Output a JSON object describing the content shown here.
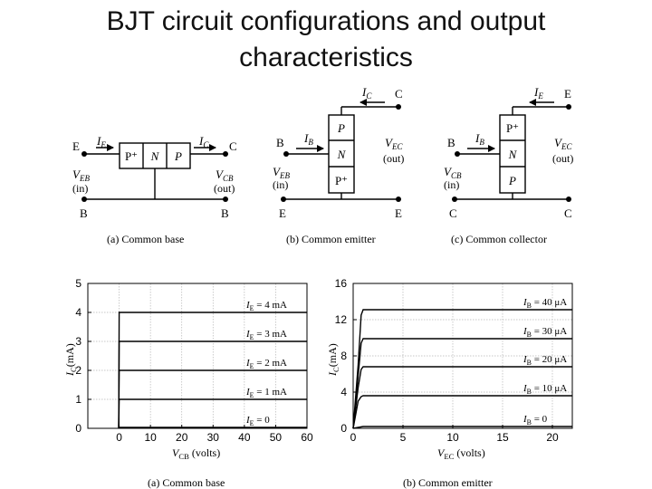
{
  "title_line1": "BJT circuit configurations and output",
  "title_line2": "characteristics",
  "circuits": {
    "a": {
      "caption": "(a) Common base",
      "E": "E",
      "C": "C",
      "B_left": "B",
      "B_right": "B",
      "IE": "I",
      "IE_sub": "E",
      "IC": "I",
      "IC_sub": "C",
      "regions": [
        "P⁺",
        "N",
        "P"
      ],
      "VEB": "V",
      "VEB_sub": "EB",
      "in": "(in)",
      "VCB": "V",
      "VCB_sub": "CB",
      "out": "(out)"
    },
    "b": {
      "caption": "(b) Common emitter",
      "C": "C",
      "B": "B",
      "E_left": "E",
      "E_right": "E",
      "IC": "I",
      "IC_sub": "C",
      "IB": "I",
      "IB_sub": "B",
      "regions": [
        "P",
        "N",
        "P⁺"
      ],
      "VEC": "V",
      "VEC_sub": "EC",
      "out": "(out)",
      "VEB": "V",
      "VEB_sub": "EB",
      "in": "(in)"
    },
    "c": {
      "caption": "(c) Common collector",
      "E": "E",
      "B": "B",
      "C_left": "C",
      "C_right": "C",
      "IE": "I",
      "IE_sub": "E",
      "IB": "I",
      "IB_sub": "B",
      "regions": [
        "P⁺",
        "N",
        "P"
      ],
      "VEC": "V",
      "VEC_sub": "EC",
      "out": "(out)",
      "VCB": "V",
      "VCB_sub": "CB",
      "in": "(in)"
    }
  },
  "chart_data": [
    {
      "type": "line",
      "caption": "(a) Common base",
      "xlabel": "V",
      "xlabel_sub": "CB",
      "xlabel_unit": " (volts)",
      "ylabel": "I",
      "ylabel_sub": "C",
      "ylabel_unit": "(mA)",
      "xlim": [
        -10,
        60
      ],
      "ylim": [
        0,
        5
      ],
      "xticks": [
        0,
        10,
        20,
        30,
        40,
        50,
        60
      ],
      "yticks": [
        0,
        1,
        2,
        3,
        4,
        5
      ],
      "grid": true,
      "series": [
        {
          "label_main": "I",
          "label_sub": "E",
          "label_val": " = 4 mA",
          "points": [
            [
              -0.15,
              0
            ],
            [
              0,
              4
            ],
            [
              60,
              4
            ]
          ]
        },
        {
          "label_main": "I",
          "label_sub": "E",
          "label_val": " = 3 mA",
          "points": [
            [
              -0.15,
              0
            ],
            [
              0,
              3
            ],
            [
              60,
              3
            ]
          ]
        },
        {
          "label_main": "I",
          "label_sub": "E",
          "label_val": " = 2 mA",
          "points": [
            [
              -0.15,
              0
            ],
            [
              0,
              2
            ],
            [
              60,
              2
            ]
          ]
        },
        {
          "label_main": "I",
          "label_sub": "E",
          "label_val": " = 1 mA",
          "points": [
            [
              -0.15,
              0
            ],
            [
              0,
              1
            ],
            [
              60,
              1
            ]
          ]
        },
        {
          "label_main": "I",
          "label_sub": "E",
          "label_val": " = 0",
          "points": [
            [
              0,
              0.03
            ],
            [
              60,
              0.03
            ]
          ]
        }
      ]
    },
    {
      "type": "line",
      "caption": "(b) Common emitter",
      "xlabel": "V",
      "xlabel_sub": "EC",
      "xlabel_unit": " (volts)",
      "ylabel": "I",
      "ylabel_sub": "C",
      "ylabel_unit": "(mA)",
      "xlim": [
        0,
        22
      ],
      "ylim": [
        0,
        16
      ],
      "xticks": [
        0,
        5,
        10,
        15,
        20
      ],
      "yticks": [
        0,
        4,
        8,
        12,
        16
      ],
      "grid": true,
      "series": [
        {
          "label_main": "I",
          "label_sub": "B",
          "label_val": " = 40 μA",
          "points": [
            [
              0,
              0
            ],
            [
              0.5,
              7
            ],
            [
              0.8,
              12.5
            ],
            [
              1,
              13.1
            ],
            [
              22,
              13.1
            ]
          ]
        },
        {
          "label_main": "I",
          "label_sub": "B",
          "label_val": " = 30 μA",
          "points": [
            [
              0,
              0
            ],
            [
              0.5,
              5.8
            ],
            [
              0.8,
              9.4
            ],
            [
              1,
              9.9
            ],
            [
              22,
              9.9
            ]
          ]
        },
        {
          "label_main": "I",
          "label_sub": "B",
          "label_val": " = 20 μA",
          "points": [
            [
              0,
              0
            ],
            [
              0.5,
              4.5
            ],
            [
              0.8,
              6.5
            ],
            [
              1,
              6.8
            ],
            [
              22,
              6.8
            ]
          ]
        },
        {
          "label_main": "I",
          "label_sub": "B",
          "label_val": " = 10 μA",
          "points": [
            [
              0,
              0
            ],
            [
              0.5,
              3
            ],
            [
              0.8,
              3.5
            ],
            [
              1,
              3.6
            ],
            [
              22,
              3.6
            ]
          ]
        },
        {
          "label_main": "I",
          "label_sub": "B",
          "label_val": " = 0",
          "points": [
            [
              0,
              0
            ],
            [
              1,
              0.2
            ],
            [
              22,
              0.2
            ]
          ]
        }
      ]
    }
  ]
}
